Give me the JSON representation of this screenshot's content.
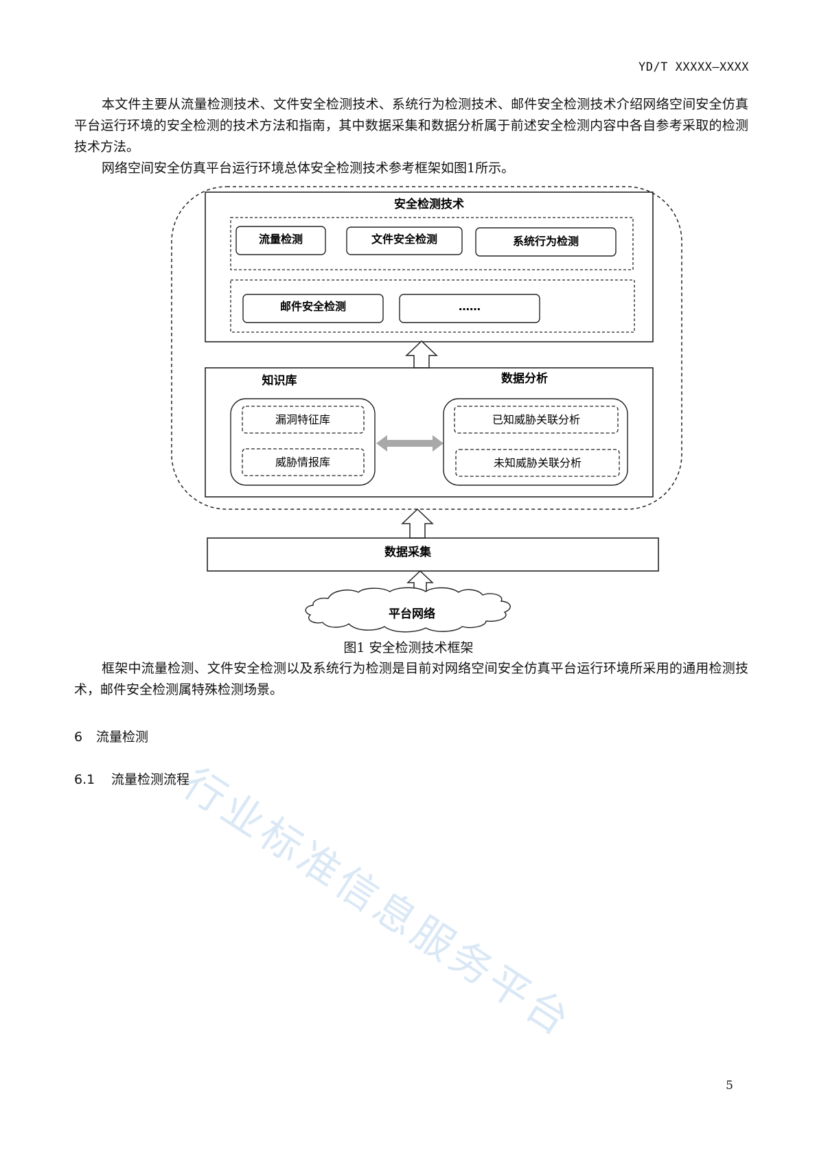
{
  "header": {
    "doc_code": "YD/T XXXXX—XXXX"
  },
  "paragraphs": {
    "p1": "本文件主要从流量检测技术、文件安全检测技术、系统行为检测技术、邮件安全检测技术介绍网络空间安全仿真平台运行环境的安全检测的技术方法和指南，其中数据采集和数据分析属于前述安全检测内容中各自参考采取的检测技术方法。",
    "p2": "网络空间安全仿真平台运行环境总体安全检测技术参考框架如图1所示。",
    "p3": "框架中流量检测、文件安全检测以及系统行为检测是目前对网络空间安全仿真平台运行环境所采用的通用检测技术，邮件安全检测属特殊检测场景。"
  },
  "figure": {
    "caption": "图1  安全检测技术框架",
    "tech_title": "安全检测技术",
    "row1": [
      "流量检测",
      "文件安全检测",
      "系统行为检测"
    ],
    "row2": [
      "邮件安全检测",
      "……"
    ],
    "kb_title": "知识库",
    "kb_items": [
      "漏洞特征库",
      "威胁情报库"
    ],
    "analysis_title": "数据分析",
    "analysis_items": [
      "已知威胁关联分析",
      "未知威胁关联分析"
    ],
    "collection": "数据采集",
    "network": "平台网络"
  },
  "sections": {
    "s6_num": "6",
    "s6_title": "流量检测",
    "s61_num": "6.1",
    "s61_title": "流量检测流程"
  },
  "watermark": "行业标准信息服务平台",
  "footer": {
    "page_number": "5"
  }
}
